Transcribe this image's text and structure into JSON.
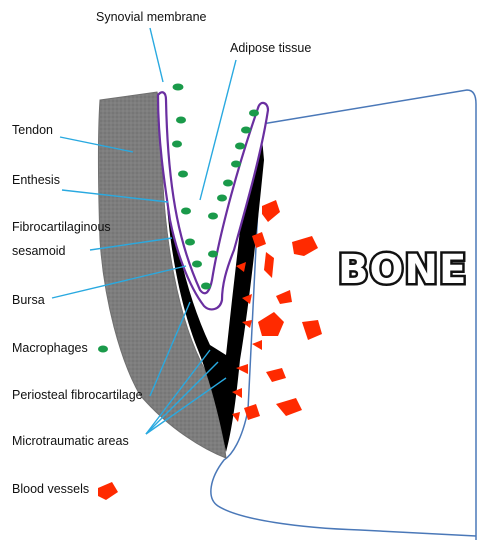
{
  "labels": {
    "synovial_membrane": "Synovial membrane",
    "adipose_tissue": "Adipose tissue",
    "tendon": "Tendon",
    "enthesis": "Enthesis",
    "fibrocartilaginous_line1": "Fibrocartilaginous",
    "fibrocartilaginous_line2": "sesamoid",
    "bursa": "Bursa",
    "macrophages": "Macrophages",
    "periosteal_fibrocartilage": "Periosteal fibrocartilage",
    "microtraumatic_areas": "Microtraumatic areas",
    "blood_vessels": "Blood vessels",
    "bone": "BONE"
  },
  "colors": {
    "tendon": "#7a7a7a",
    "fibrocartilage": "#000000",
    "synovial_membrane": "#6a2fa0",
    "macrophage": "#1a9a4a",
    "blood_vessel": "#ff2a00",
    "leader_line": "#29a9e0",
    "bone_outline": "#4a78b8"
  },
  "icons": {
    "macrophage": "green-oval-icon",
    "blood_vessel": "red-blob-icon"
  }
}
